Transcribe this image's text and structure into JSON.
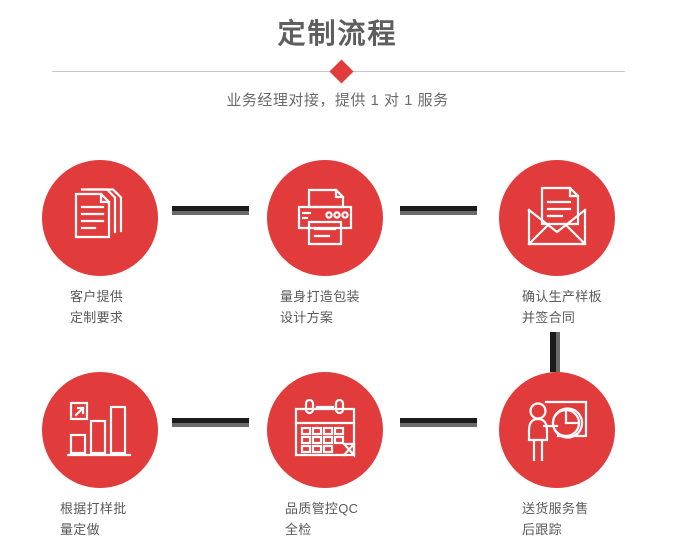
{
  "header": {
    "title": "定制流程",
    "subtitle": "业务经理对接，提供 1 对 1 服务",
    "divider_icon": "diamond-icon"
  },
  "theme": {
    "accent_red": "#e23b3b",
    "title_gray": "#5e5e5e",
    "label_gray": "#5a5a5a",
    "connector_dark": "#1b1b1b",
    "connector_gray": "#6b6b6b",
    "divider_gray": "#c9c9c9",
    "background": "#ffffff"
  },
  "steps": [
    {
      "index": 1,
      "icon": "documents-stack-icon",
      "label": "客户提供\n定制要求"
    },
    {
      "index": 2,
      "icon": "printer-icon",
      "label": "量身打造包装\n设计方案"
    },
    {
      "index": 3,
      "icon": "envelope-document-icon",
      "label": "确认生产样板\n并签合同"
    },
    {
      "index": 4,
      "icon": "bar-chart-growth-icon",
      "label": "根据打样批\n量定做"
    },
    {
      "index": 5,
      "icon": "calendar-check-icon",
      "label": "品质管控QC\n全检"
    },
    {
      "index": 6,
      "icon": "presenter-pie-chart-icon",
      "label": "送货服务售\n后跟踪"
    }
  ],
  "connectors": [
    {
      "name": "connector-step1-step2",
      "orientation": "horizontal"
    },
    {
      "name": "connector-step2-step3",
      "orientation": "horizontal"
    },
    {
      "name": "connector-step3-step6",
      "orientation": "vertical"
    },
    {
      "name": "connector-step4-step5",
      "orientation": "horizontal"
    },
    {
      "name": "connector-step5-step6",
      "orientation": "horizontal"
    }
  ]
}
